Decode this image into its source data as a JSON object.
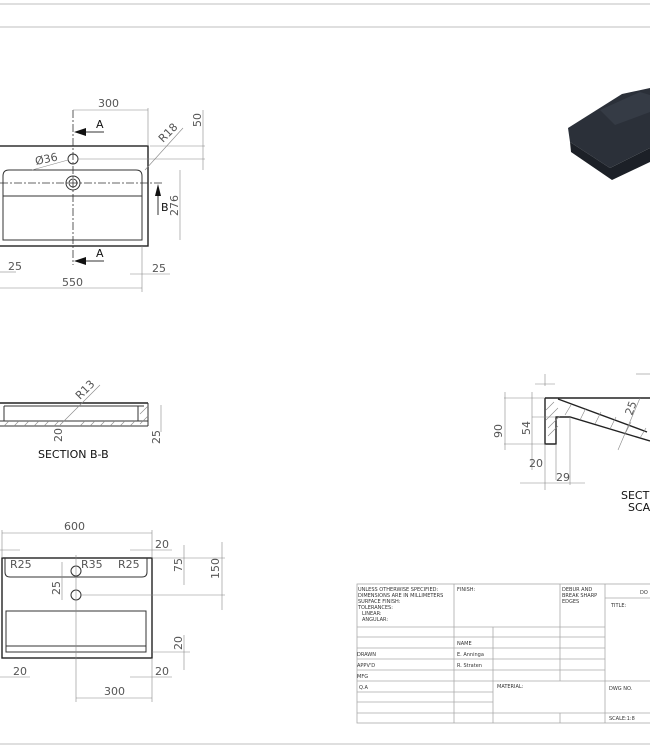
{
  "plan_view": {
    "dim_300": "300",
    "dim_50": "50",
    "section_a_top": "A",
    "section_a_bottom": "A",
    "radius_r18": "R18",
    "diameter_36": "Ø36",
    "section_b": "B",
    "dim_276": "276",
    "dim_25_left": "25",
    "dim_25_right": "25",
    "dim_550": "550"
  },
  "section_b_b": {
    "radius_r13": "R13",
    "dim_20": "20",
    "dim_25": "25",
    "title": "SECTION B-B"
  },
  "section_a_a": {
    "dim_90": "90",
    "dim_54": "54",
    "dim_20": "20",
    "dim_29": "29",
    "dim_25": "25",
    "title_line1": "SECTI",
    "title_line2": "SCA"
  },
  "bottom_view": {
    "dim_600": "600",
    "dim_20_top": "20",
    "dim_75": "75",
    "dim_150": "150",
    "radius_r25_left": "R25",
    "radius_r35": "R35",
    "radius_r25_right": "R25",
    "dim_25": "25",
    "dim_20_right": "20",
    "dim_20_bottom_left": "20",
    "dim_20_bottom_right": "20",
    "dim_300": "300"
  },
  "title_block": {
    "notes": [
      "UNLESS OTHERWISE SPECIFIED:",
      "DIMENSIONS ARE IN MILLIMETERS",
      "SURFACE FINISH:",
      "TOLERANCES:",
      "  LINEAR:",
      "  ANGULAR:"
    ],
    "finish": "FINISH:",
    "deburr": [
      "DEBUR AND",
      "BREAK SHARP",
      "EDGES"
    ],
    "do_not_scale": "DO",
    "title": "TITLE:",
    "name_header": "NAME",
    "drawn": "DRAWN",
    "drawn_name": "E. Anninga",
    "approved": "APPV'D",
    "approved_name": "R. Straten",
    "mfg": "MFG",
    "qa": "Q.A",
    "material": "MATERIAL:",
    "dwg_no": "DWG NO.",
    "scale": "SCALE:1:8"
  },
  "colors": {
    "render_fill": "#2b3039",
    "line": "#333333"
  }
}
